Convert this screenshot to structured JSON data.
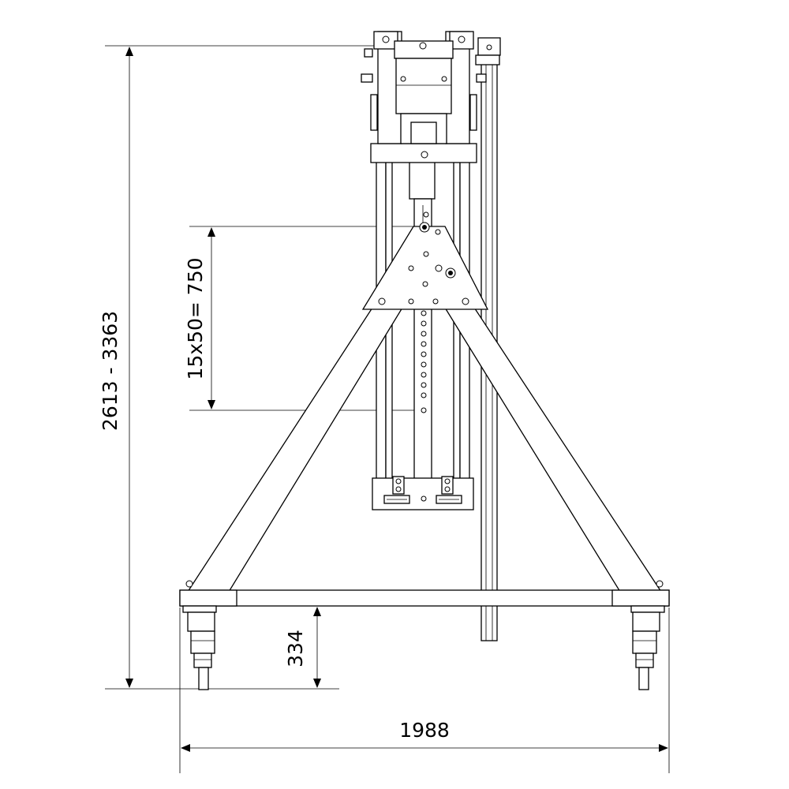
{
  "dimensions": {
    "height_range": "2613 - 3363",
    "adjust_range": "15x50= 750",
    "wheel_height": "334",
    "base_width": "1988"
  },
  "colors": {
    "line": "#000000",
    "background": "#ffffff"
  }
}
